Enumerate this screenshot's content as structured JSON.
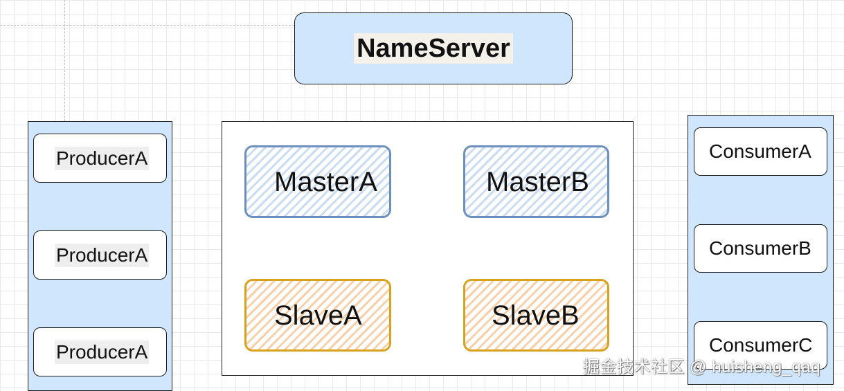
{
  "name_server": {
    "label": "NameServer"
  },
  "producers": [
    {
      "label": "ProducerA"
    },
    {
      "label": "ProducerA"
    },
    {
      "label": "ProducerA"
    }
  ],
  "brokers": {
    "master_a": "MasterA",
    "master_b": "MasterB",
    "slave_a": "SlaveA",
    "slave_b": "SlaveB"
  },
  "consumers": [
    {
      "label": "ConsumerA"
    },
    {
      "label": "ConsumerB"
    },
    {
      "label": "ConsumerC"
    }
  ],
  "watermark": "掘金技术社区 @ huisheng_qaq",
  "colors": {
    "panel_blue": "#cfe6fc",
    "master_border": "#6b8fbf",
    "slave_border": "#d9a21c"
  }
}
